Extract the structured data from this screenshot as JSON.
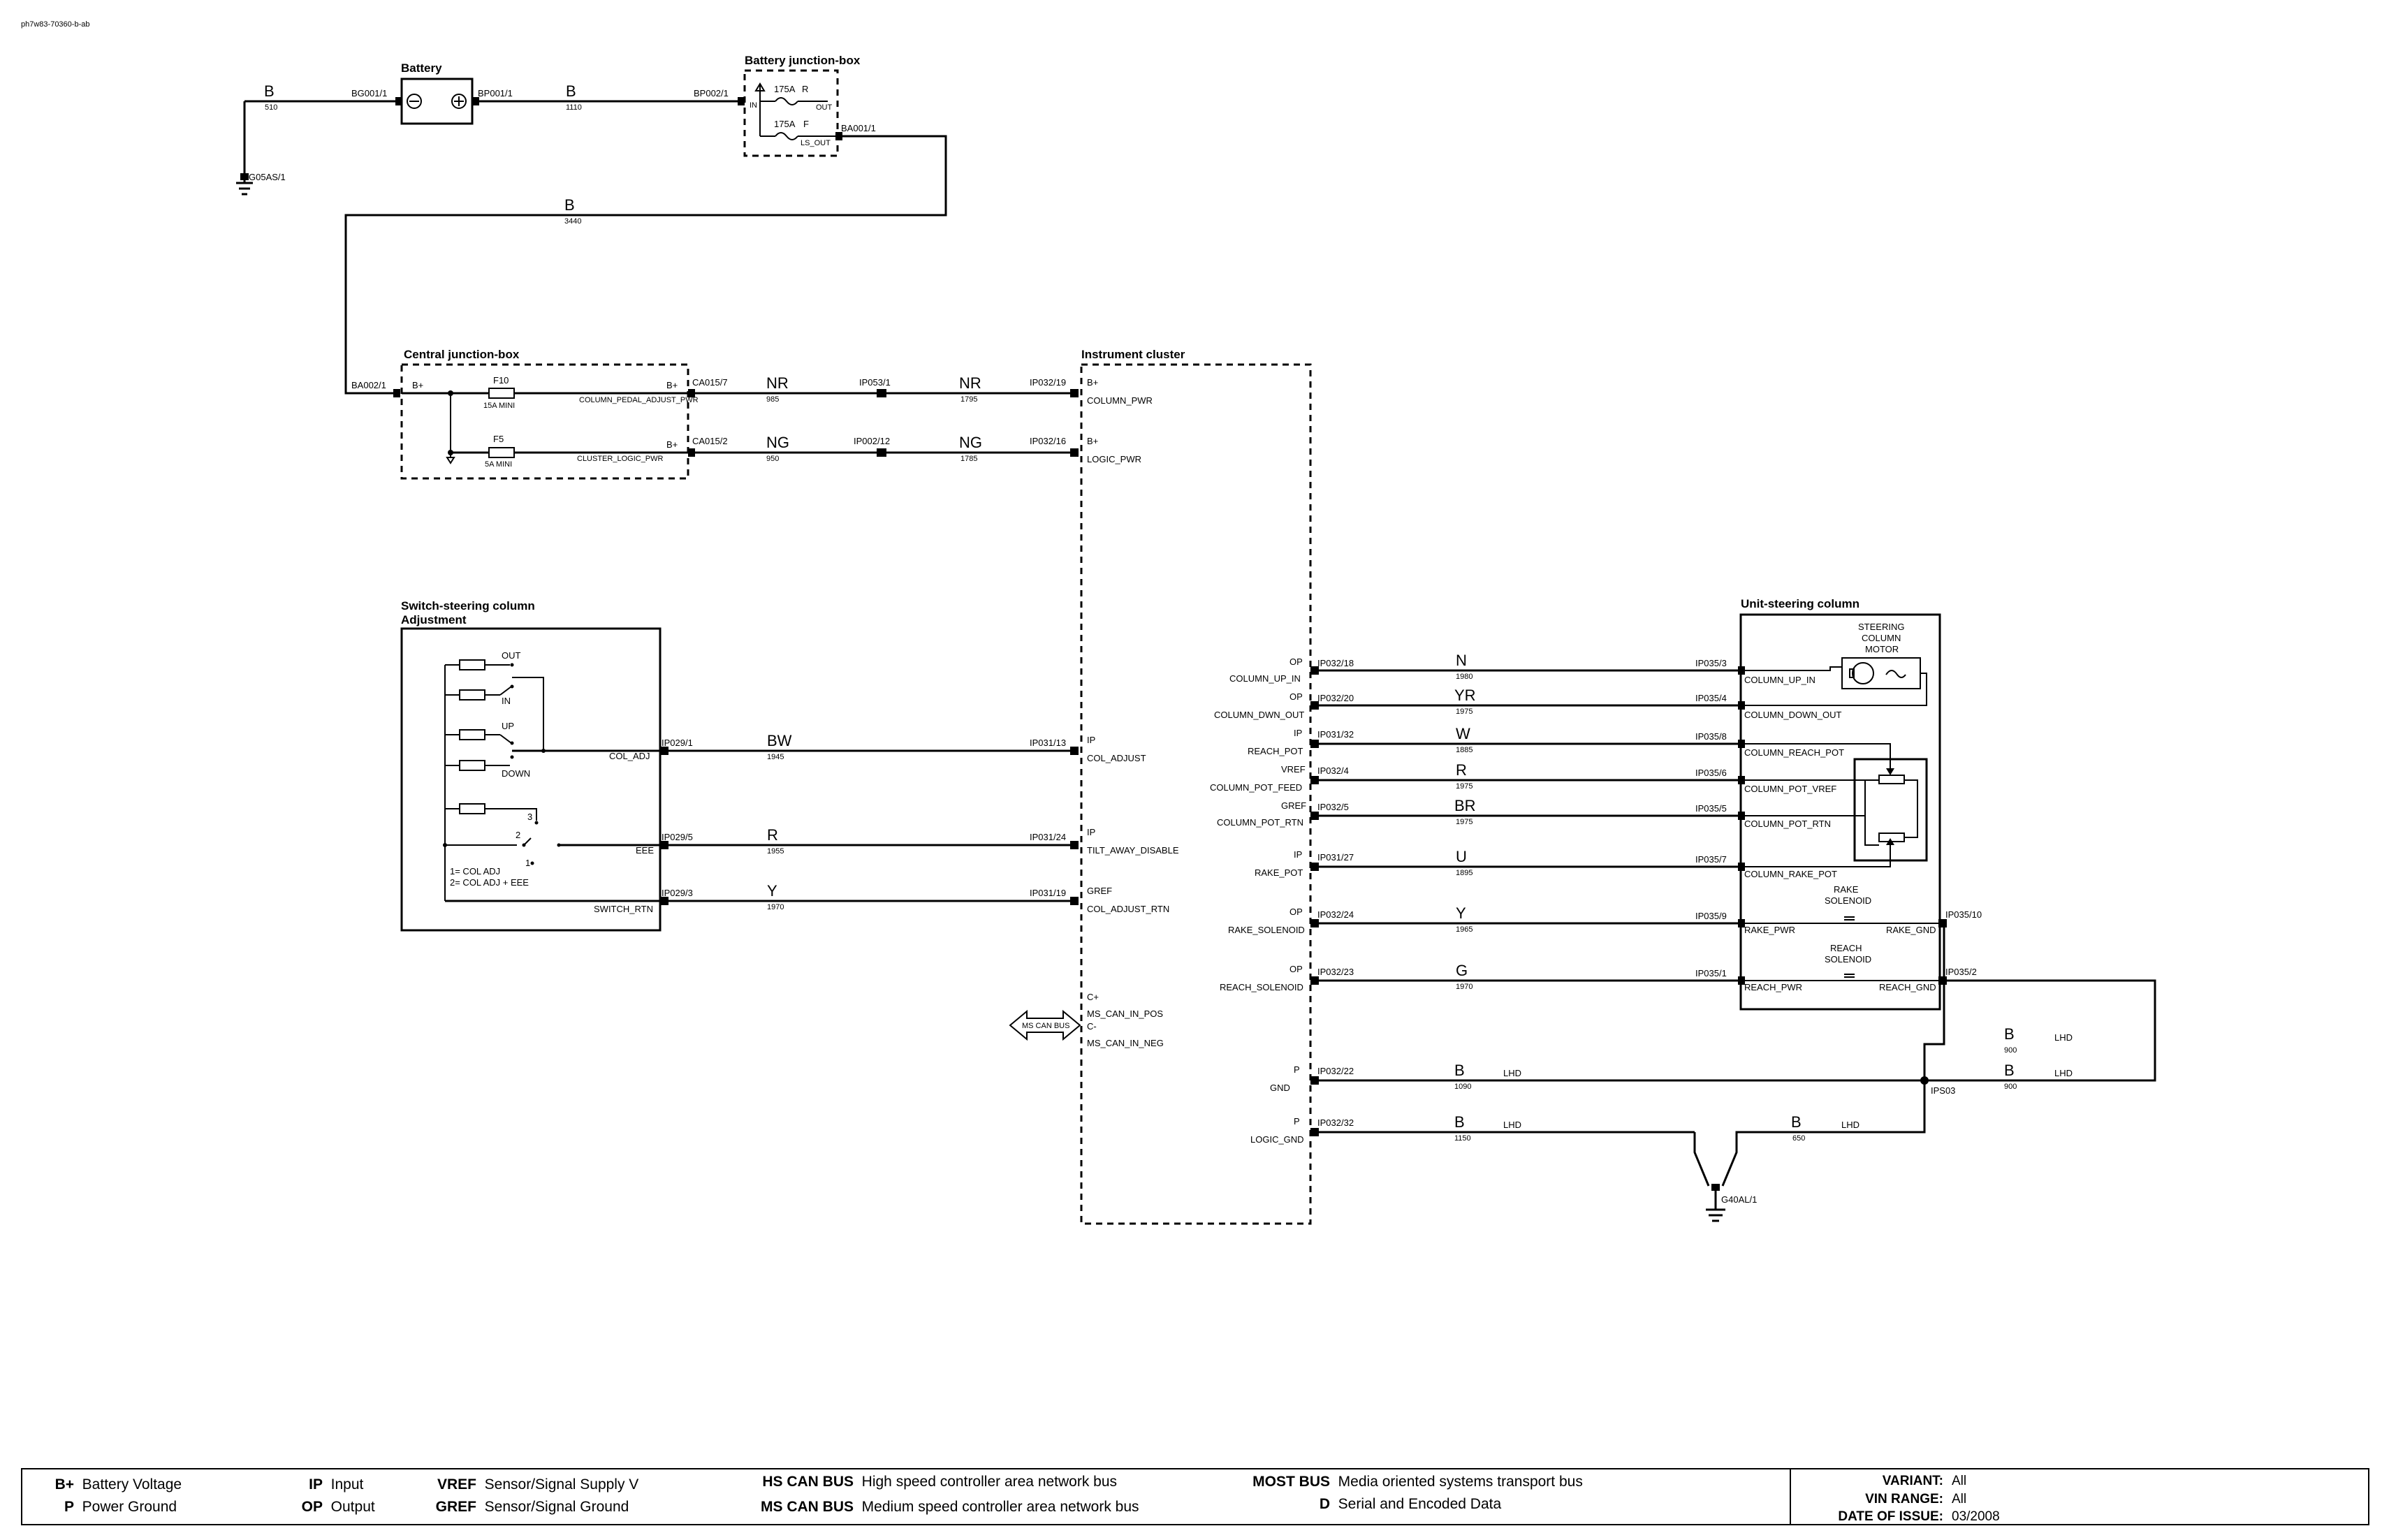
{
  "doc_id": "ph7w83-70360-b-ab",
  "components": {
    "battery": "Battery",
    "battery_jb": "Battery junction-box",
    "central_jb": "Central junction-box",
    "instrument_cluster": "Instrument cluster",
    "switch_title_1": "Switch-steering column",
    "switch_title_2": "Adjustment",
    "unit_title": "Unit-steering column",
    "motor_1": "STEERING",
    "motor_2": "COLUMN",
    "motor_3": "MOTOR",
    "rake_sol_1": "RAKE",
    "rake_sol_2": "SOLENOID",
    "reach_sol_1": "REACH",
    "reach_sol_2": "SOLENOID"
  },
  "connectors": {
    "bg001": "BG001/1",
    "bp001": "BP001/1",
    "bp002": "BP002/1",
    "ba001": "BA001/1",
    "g05as": "G05AS/1",
    "ba002": "BA002/1",
    "ca015_7": "CA015/7",
    "ca015_2": "CA015/2",
    "ip053_1": "IP053/1",
    "ip002_12": "IP002/12",
    "ip032_19": "IP032/19",
    "ip032_16": "IP032/16",
    "ip029_1": "IP029/1",
    "ip029_5": "IP029/5",
    "ip029_3": "IP029/3",
    "ip031_13": "IP031/13",
    "ip031_24": "IP031/24",
    "ip031_19": "IP031/19",
    "ip032_18": "IP032/18",
    "ip032_20": "IP032/20",
    "ip031_32": "IP031/32",
    "ip032_4": "IP032/4",
    "ip032_5": "IP032/5",
    "ip031_27": "IP031/27",
    "ip032_24": "IP032/24",
    "ip032_23": "IP032/23",
    "ip032_22": "IP032/22",
    "ip032_32": "IP032/32",
    "ip035_3": "IP035/3",
    "ip035_4": "IP035/4",
    "ip035_8": "IP035/8",
    "ip035_6": "IP035/6",
    "ip035_5": "IP035/5",
    "ip035_7": "IP035/7",
    "ip035_9": "IP035/9",
    "ip035_1": "IP035/1",
    "ip035_10": "IP035/10",
    "ip035_2": "IP035/2",
    "ips03": "IPS03",
    "g40al": "G40AL/1"
  },
  "wires": {
    "c_b": "B",
    "c_nr": "NR",
    "c_ng": "NG",
    "c_bw": "BW",
    "c_r": "R",
    "c_y": "Y",
    "c_n": "N",
    "c_yr": "YR",
    "c_w": "W",
    "c_br": "BR",
    "c_u": "U",
    "c_g": "G",
    "n510": "510",
    "n1110": "1110",
    "n3440": "3440",
    "n985": "985",
    "n1795": "1795",
    "n950": "950",
    "n1785": "1785",
    "n1945": "1945",
    "n1955": "1955",
    "n1970": "1970",
    "n1980": "1980",
    "n1975": "1975",
    "n1885": "1885",
    "n1895": "1895",
    "n1965": "1965",
    "n1090": "1090",
    "n1150": "1150",
    "n900": "900",
    "n650": "650",
    "lhd": "LHD"
  },
  "fuses": {
    "r_175a": "175A",
    "r_r": "R",
    "r_f": "F",
    "in": "IN",
    "out": "OUT",
    "ls_out": "LS_OUT",
    "f10": "F10",
    "f10_rating": "15A MINI",
    "f5": "F5",
    "f5_rating": "5A MINI"
  },
  "signals": {
    "b_plus": "B+",
    "ip": "IP",
    "op": "OP",
    "gref": "GREF",
    "vref": "VREF",
    "p": "P",
    "c_plus": "C+",
    "c_minus": "C-",
    "column_pedal_adjust_pwr": "COLUMN_PEDAL_ADJUST_PWR",
    "cluster_logic_pwr": "CLUSTER_LOGIC_PWR",
    "column_pwr": "COLUMN_PWR",
    "logic_pwr": "LOGIC_PWR",
    "col_adj": "COL_ADJ",
    "eee": "EEE",
    "switch_rtn": "SWITCH_RTN",
    "col_adjust": "COL_ADJUST",
    "tilt_away_disable": "TILT_AWAY_DISABLE",
    "col_adjust_rtn": "COL_ADJUST_RTN",
    "ms_can_in_pos": "MS_CAN_IN_POS",
    "ms_can_in_neg": "MS_CAN_IN_NEG",
    "ms_can_bus": "MS CAN BUS",
    "column_up_in": "COLUMN_UP_IN",
    "column_dwn_out": "COLUMN_DWN_OUT",
    "column_down_out": "COLUMN_DOWN_OUT",
    "reach_pot": "REACH_POT",
    "column_pot_feed": "COLUMN_POT_FEED",
    "column_pot_rtn": "COLUMN_POT_RTN",
    "rake_pot": "RAKE_POT",
    "rake_solenoid": "RAKE_SOLENOID",
    "reach_solenoid": "REACH_SOLENOID",
    "gnd": "GND",
    "logic_gnd": "LOGIC_GND",
    "column_reach_pot": "COLUMN_REACH_POT",
    "column_pot_vref": "COLUMN_POT_VREF",
    "column_rake_pot": "COLUMN_RAKE_POT",
    "rake_pwr": "RAKE_PWR",
    "rake_gnd": "RAKE_GND",
    "reach_pwr": "REACH_PWR",
    "reach_gnd": "REACH_GND"
  },
  "switch": {
    "out": "OUT",
    "in": "IN",
    "up": "UP",
    "down": "DOWN",
    "pos3": "3",
    "pos2": "2",
    "pos1": "1",
    "note1": "1= COL ADJ",
    "note2": "2= COL ADJ + EEE"
  },
  "legend": {
    "items": [
      {
        "abbr": "B+",
        "text": "Battery Voltage"
      },
      {
        "abbr": "P",
        "text": "Power Ground"
      },
      {
        "abbr": "IP",
        "text": "Input"
      },
      {
        "abbr": "OP",
        "text": "Output"
      },
      {
        "abbr": "VREF",
        "text": "Sensor/Signal Supply V"
      },
      {
        "abbr": "GREF",
        "text": "Sensor/Signal Ground"
      },
      {
        "abbr": "HS CAN BUS",
        "text": "High speed controller area network bus"
      },
      {
        "abbr": "MS CAN BUS",
        "text": "Medium speed controller area network bus"
      },
      {
        "abbr": "MOST BUS",
        "text": "Media oriented systems transport bus"
      },
      {
        "abbr": "D",
        "text": "Serial and Encoded Data"
      }
    ],
    "variant_label": "VARIANT:",
    "variant_value": "All",
    "vin_label": "VIN RANGE:",
    "vin_value": "All",
    "date_label": "DATE OF ISSUE:",
    "date_value": "03/2008"
  }
}
